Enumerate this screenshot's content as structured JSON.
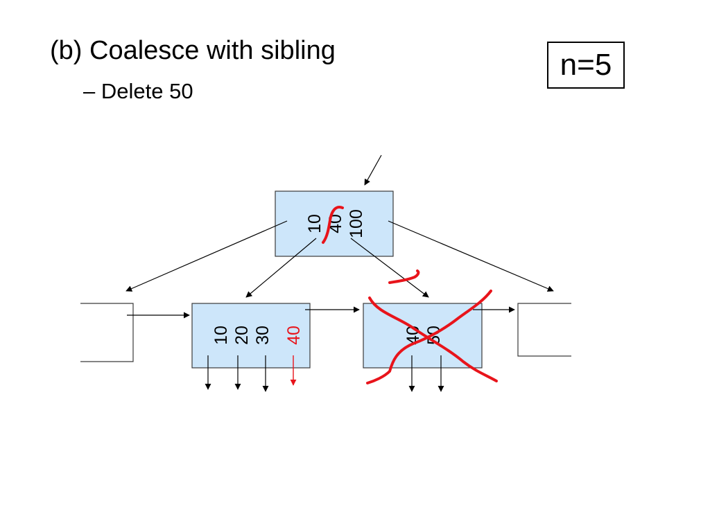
{
  "title": "(b) Coalesce with sibling",
  "subtitle": "– Delete 50",
  "n_label": "n=5",
  "colors": {
    "node_fill": "#cde6fa",
    "node_stroke": "#3a3a3a",
    "annotation": "#e8141b",
    "highlight": "#e8141b"
  },
  "root_node": {
    "keys": [
      "10",
      "40",
      "100"
    ],
    "struck_key": "40"
  },
  "left_child": {
    "keys": [
      "10",
      "20",
      "30",
      "40"
    ],
    "moved_key": "40"
  },
  "right_child": {
    "keys": [
      "40",
      "50"
    ],
    "deleted": true
  }
}
